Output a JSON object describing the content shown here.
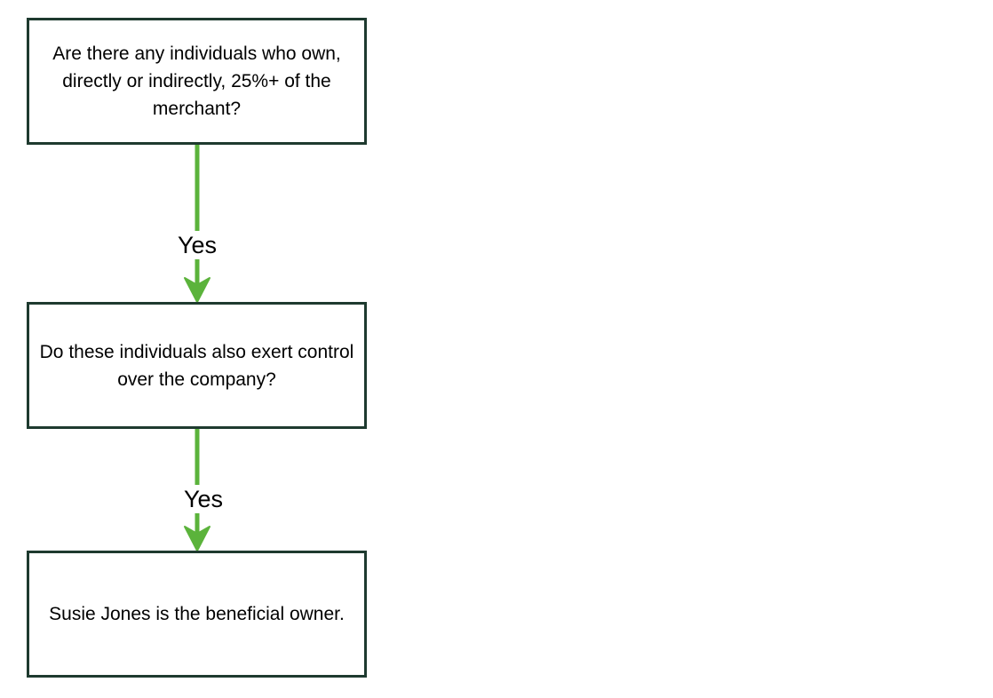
{
  "nodes": [
    {
      "text": "Are there any individuals who own, directly or indirectly, 25%+ of the merchant?"
    },
    {
      "text": "Do these individuals also exert control over the company?"
    },
    {
      "text": "Susie Jones is the beneficial owner."
    }
  ],
  "edges": [
    {
      "from": 0,
      "to": 1,
      "label": "Yes"
    },
    {
      "from": 1,
      "to": 2,
      "label": "Yes"
    }
  ],
  "colors": {
    "node_border": "#1e3a2f",
    "arrow": "#5bb33b"
  }
}
